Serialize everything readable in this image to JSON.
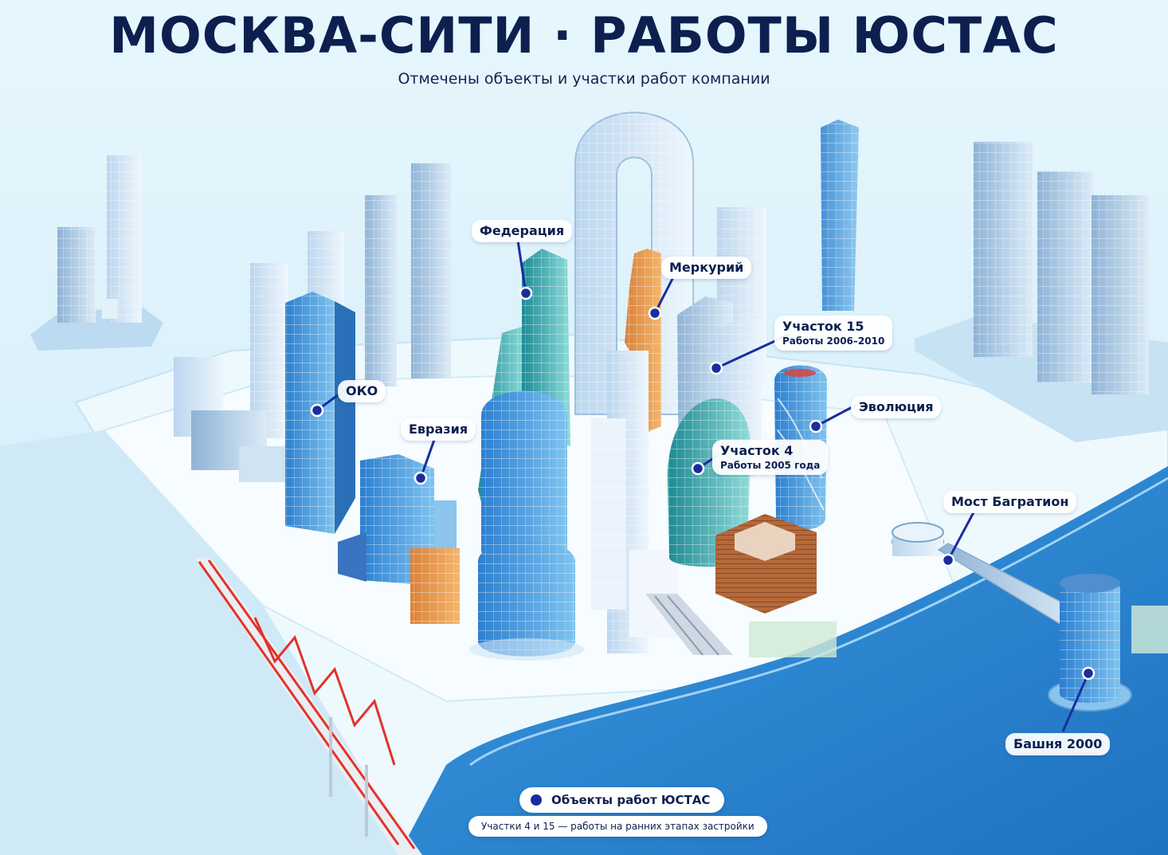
{
  "title": "МОСКВА-СИТИ · РАБОТЫ ЮСТАС",
  "subtitle": "Отмечены объекты и участки работ компании",
  "markers": [
    {
      "id": "federation",
      "label": "Федерация"
    },
    {
      "id": "mercury",
      "label": "Меркурий"
    },
    {
      "id": "plot15",
      "label": "Участок 15",
      "sublabel": "Работы 2006–2010"
    },
    {
      "id": "oko",
      "label": "ОКО"
    },
    {
      "id": "evolution",
      "label": "Эволюция"
    },
    {
      "id": "eurasia",
      "label": "Евразия"
    },
    {
      "id": "plot4",
      "label": "Участок 4",
      "sublabel": "Работы 2005 года"
    },
    {
      "id": "bagration",
      "label": "Мост Багратион"
    },
    {
      "id": "tower2000",
      "label": "Башня 2000"
    }
  ],
  "legend": {
    "main": "Объекты работ ЮСТАС",
    "note": "Участки 4 и 15 — работы на ранних этапах застройки"
  },
  "colors": {
    "marker": "#1a2d9e",
    "title": "#0c1f4f",
    "river": "#2f8fd8",
    "ground": "#e6f6fd",
    "bridge_red": "#e2332a"
  }
}
